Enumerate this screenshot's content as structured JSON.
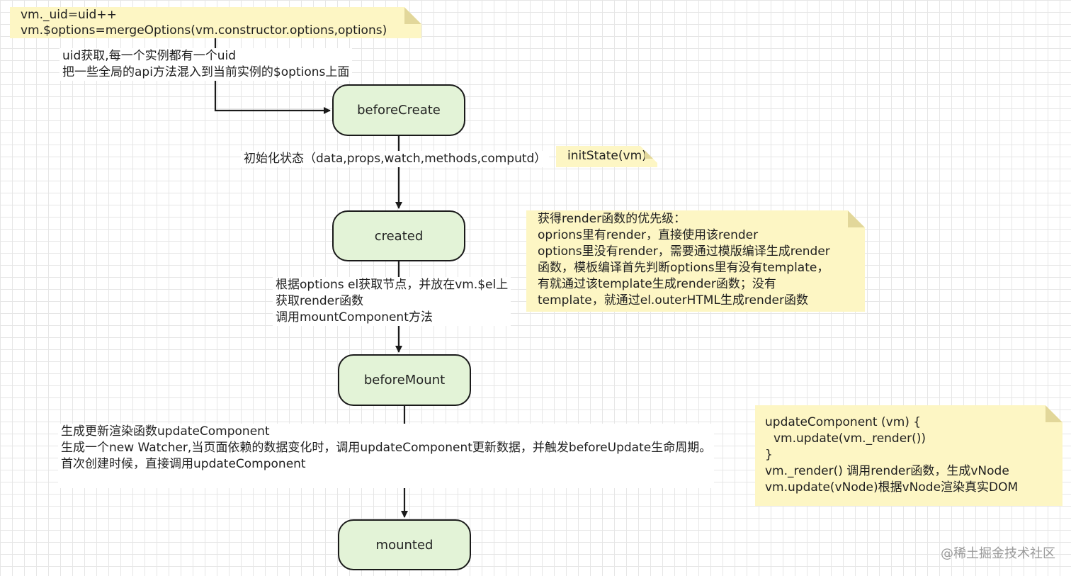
{
  "nodes": {
    "before_create": "beforeCreate",
    "created": "created",
    "before_mount": "beforeMount",
    "mounted": "mounted"
  },
  "notes": {
    "uid_code": [
      "vm._uid=uid++",
      "vm.$options=mergeOptions(vm.constructor.options,options)"
    ],
    "init_state": "initState(vm)",
    "render_priority": [
      "获得render函数的优先级：",
      "oprions里有render，直接使用该render",
      "options里没有render，需要通过模版编译生成render",
      "函数，模板编译首先判断options里有没有template，",
      "有就通过该template生成render函数；没有",
      "template，就通过el.outerHTML生成render函数"
    ],
    "update_component": [
      "updateComponent (vm) {",
      "  vm.update(vm._render())",
      "}",
      "vm._render() 调用render函数，生成vNode",
      "vm.update(vNode)根据vNode渲染真实DOM"
    ]
  },
  "edge_labels": {
    "uid": [
      "uid获取,每一个实例都有一个uid",
      "把一些全局的api方法混入到当前实例的$options上面"
    ],
    "init": "初始化状态（data,props,watch,methods,computd）",
    "mount": [
      "根据options el获取节点，并放在vm.$el上",
      "获取render函数",
      "调用mountComponent方法"
    ],
    "watcher": [
      "生成更新渲染函数updateComponent",
      "生成一个new Watcher,当页面依赖的数据变化时，调用updateComponent更新数据，并触发beforeUpdate生命周期。",
      "首次创建时候，直接调用updateComponent"
    ]
  },
  "watermark": "@稀土掘金技术社区"
}
